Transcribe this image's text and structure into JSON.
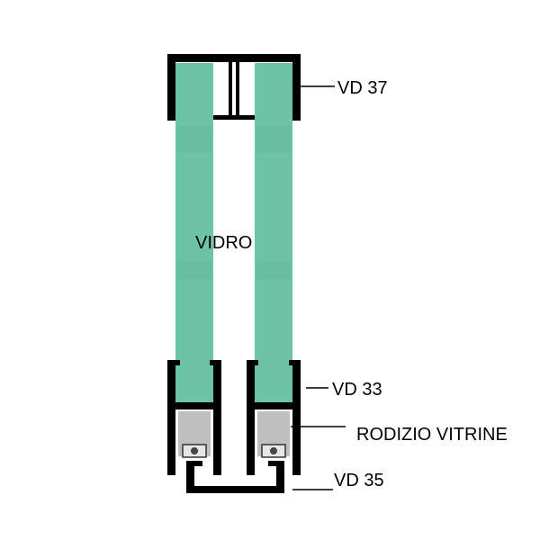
{
  "labels": {
    "top_profile": "VD 37",
    "glass": "VIDRO",
    "bottom_channel": "VD 33",
    "roller": "RODIZIO VITRINE",
    "bottom_track": "VD 35"
  },
  "colors": {
    "glass": "#6CC3A6",
    "glass_shade": "#5FB497",
    "profile": "#000000",
    "roller_body": "#BFBFBF",
    "roller_wheel": "#E6E6E6",
    "background": "#FFFFFF"
  }
}
